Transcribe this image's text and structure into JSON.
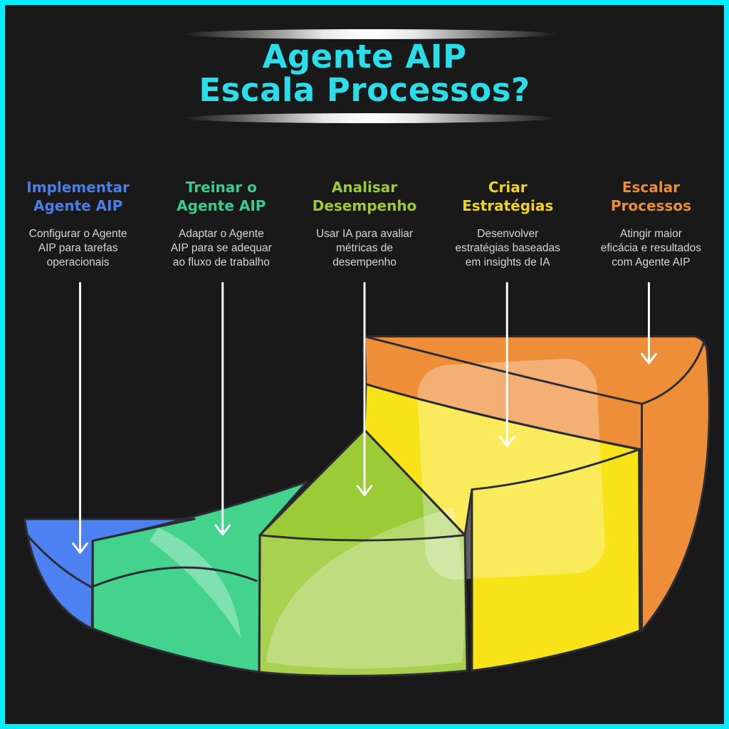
{
  "frame": {
    "background": "#191919",
    "border_color": "#00EEFF"
  },
  "header": {
    "title_line1": "Agente AIP",
    "title_line2": "Escala Processos?",
    "title_color": "#2BDDE9",
    "divider_style": "metallic-gradient-bar"
  },
  "columns": [
    {
      "id": "implementar",
      "heading": "Implementar\nAgente AIP",
      "heading_color": "#4A7DE9",
      "description": "Configurar o Agente\nAIP para tarefas\noperacionais"
    },
    {
      "id": "treinar",
      "heading": "Treinar o\nAgente AIP",
      "heading_color": "#36CE8C",
      "description": "Adaptar o Agente\nAIP para se adequar\nao fluxo de trabalho"
    },
    {
      "id": "analisar",
      "heading": "Analisar\nDesempenho",
      "heading_color": "#9BCB33",
      "description": "Usar IA para avaliar\nmétricas de\ndesempenho"
    },
    {
      "id": "criar",
      "heading": "Criar\nEstratégias",
      "heading_color": "#F2D21A",
      "description": "Desenvolver\nestratégias baseadas\nem insights de IA"
    },
    {
      "id": "escalar",
      "heading": "Escalar\nProcessos",
      "heading_color": "#EE8C35",
      "description": "Atingir maior\neficácia e resultados\ncom Agente AIP"
    }
  ],
  "pie": {
    "type": "3d-ascending-pie",
    "outline_color": "#2C2C35",
    "arrow_color": "#FFFFFF",
    "segments": [
      {
        "label": "Implementar Agente AIP",
        "color": "#4D80F0",
        "step": 1
      },
      {
        "label": "Treinar o Agente AIP",
        "color": "#43D38C",
        "step": 2
      },
      {
        "label": "Analisar Desempenho",
        "color": "#9BCB37",
        "step": 3
      },
      {
        "label": "Criar Estratégias",
        "color": "#F8E318",
        "step": 4
      },
      {
        "label": "Escalar Processos",
        "color": "#EF8E38",
        "step": 5
      }
    ]
  }
}
